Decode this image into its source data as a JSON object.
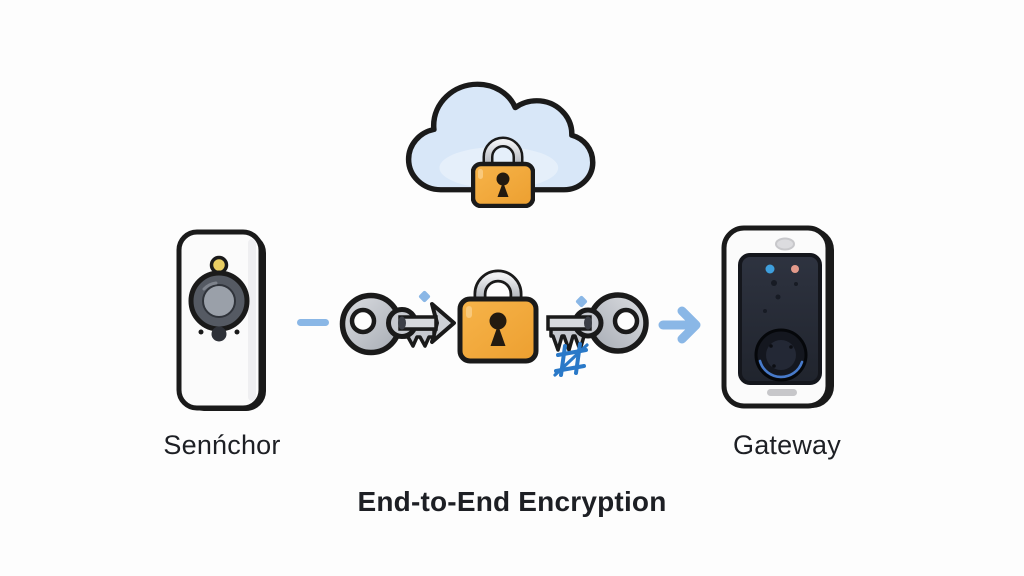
{
  "title": "End-to-End Encryption",
  "diagram": {
    "sensor_label": "Senńchor",
    "gateway_label": "Gateway"
  },
  "icons": {
    "cloud_lock": "cloud-with-padlock",
    "sensor_device": "sensor-camera-device",
    "key_right": "encryption-key-pointing-right",
    "center_padlock": "padlock",
    "key_left": "encryption-key-pointing-left",
    "gateway_device": "gateway-camera-device",
    "dash_connector": "short-dash",
    "arrow_connector": "arrow-right",
    "diamond_dots": "small-blue-diamond",
    "artifact_glyph": "crossed-square-glyph"
  },
  "colors": {
    "background": "#fdfdfd",
    "text": "#1d1f24",
    "outline": "#1a1a1a",
    "cloud_fill": "#d8e7f8",
    "lock_body": "#f3a73d",
    "lock_keyhole": "#231a10",
    "metal_light": "#e9ebee",
    "metal_mid": "#c4c7cd",
    "metal_dark": "#9298a0",
    "accent_blue": "#8ab7e6",
    "glyph_blue": "#2a79c8",
    "device_body": "#fbfbfb",
    "panel_dark": "#262b36",
    "led_yellow": "#e9ce63",
    "led_blue": "#3e9fdd",
    "led_red": "#e39a8b"
  }
}
